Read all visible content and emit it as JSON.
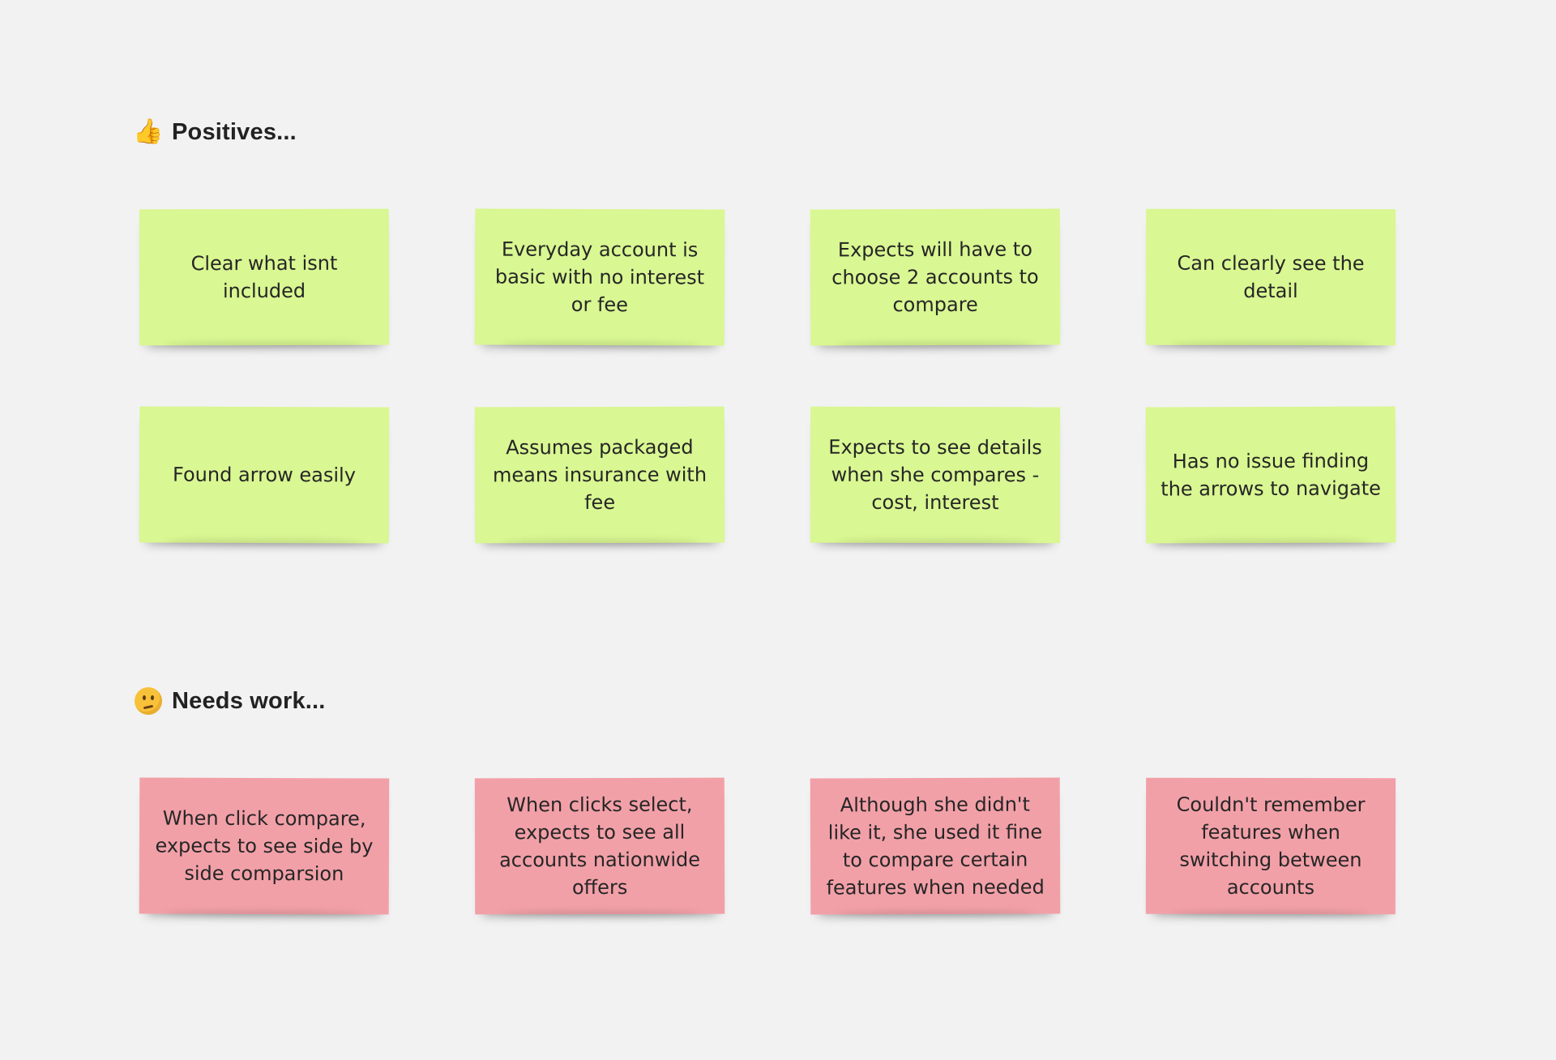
{
  "sections": [
    {
      "title": "Positives...",
      "icon": "thumbs-up-icon",
      "note_color": "#d9f792",
      "notes": [
        "Clear what isnt included",
        "Everyday account is basic with no interest or fee",
        "Expects will have to choose 2 accounts to compare",
        "Can clearly see the detail",
        "Found arrow easily",
        "Assumes packaged means insurance with fee",
        "Expects to see details when she compares - cost, interest",
        "Has no issue finding the arrows to navigate"
      ]
    },
    {
      "title": "Needs work...",
      "icon": "thinking-face-icon",
      "note_color": "#f2a0a8",
      "notes": [
        "When click compare, expects to see side by side comparsion",
        "When clicks select, expects to see all accounts nationwide offers",
        "Although she didn't like it, she used it fine to compare certain features when needed",
        "Couldn't remember features when switching between accounts"
      ]
    }
  ]
}
